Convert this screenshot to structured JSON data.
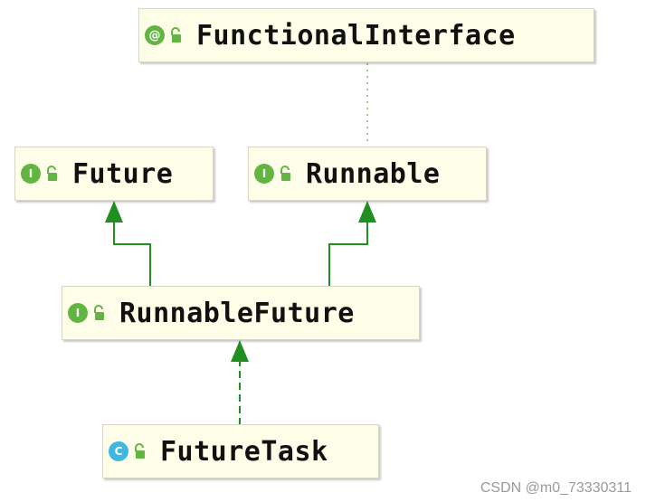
{
  "nodes": {
    "functional_interface": {
      "name": "FunctionalInterface",
      "kind": "@"
    },
    "future": {
      "name": "Future",
      "kind": "I"
    },
    "runnable": {
      "name": "Runnable",
      "kind": "I"
    },
    "runnable_future": {
      "name": "RunnableFuture",
      "kind": "I"
    },
    "future_task": {
      "name": "FutureTask",
      "kind": "C"
    }
  },
  "colors": {
    "node_fill": "#fefee8",
    "extends_arrow": "#1f8f1f",
    "annotation_link": "#a8c88a",
    "annotation_badge": "#62b543",
    "interface_badge": "#62b543",
    "class_badge": "#40b6e0"
  },
  "watermark": "CSDN @m0_73330311"
}
